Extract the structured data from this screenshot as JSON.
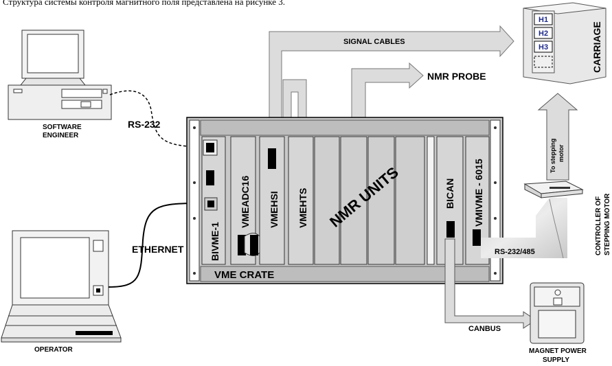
{
  "caption": "Структура системы контроля магнитного поля представлена на рисунке 3.",
  "labels": {
    "signal_cables": "SIGNAL CABLES",
    "nmr_probe": "NMR PROBE",
    "carriage": "CARRIAGE",
    "h1": "H1",
    "h2": "H2",
    "h3": "H3",
    "software_engineer_1": "SOFTWARE",
    "software_engineer_2": "ENGINEER",
    "rs232": "RS-232",
    "ethernet": "ETHERNET",
    "operator": "OPERATOR",
    "vme_crate": "VME CRATE",
    "bivme": "BIVME-1",
    "vmeadc16": "VMEADC16",
    "vmehsi": "VMEHSI",
    "vmehts": "VMEHTS",
    "nmr_units": "NMR UNITS",
    "bican": "BICAN",
    "vmivme": "VMIVME - 6015",
    "rs232_485": "RS-232/485",
    "canbus": "CANBUS",
    "to_stepping_1": "To stepping",
    "to_stepping_2": "motor",
    "controller_1": "CONTROLLER OF",
    "controller_2": "STEPPING MOTOR",
    "magnet_power_1": "MAGNET POWER",
    "magnet_power_2": "SUPPLY"
  }
}
